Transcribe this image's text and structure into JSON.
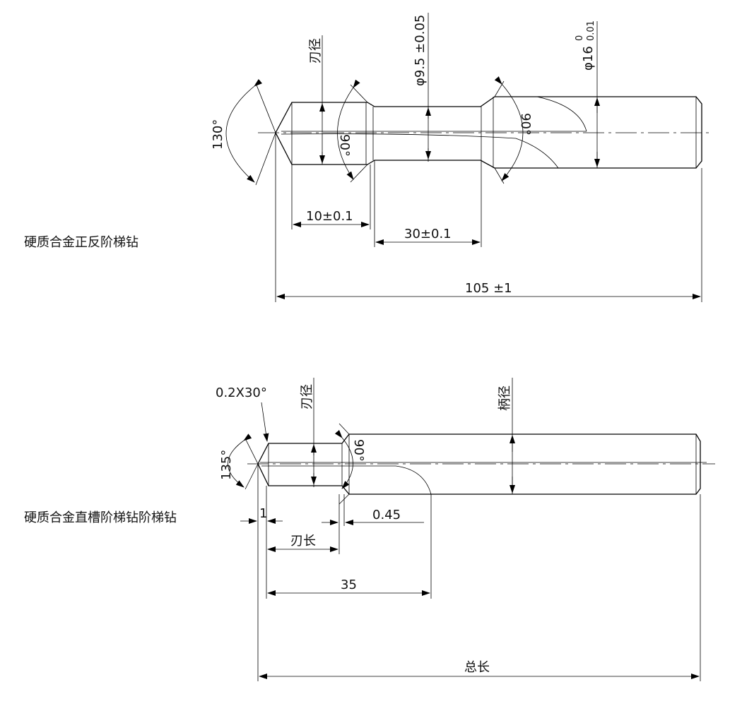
{
  "drawing1": {
    "title": "硬质合金正反阶梯钻",
    "blade_dia_label": "刃径",
    "neck_dia_label": "φ9.5 ±0.05",
    "shank_dia_main": "φ16",
    "shank_tol_upper": "0",
    "shank_tol_lower": "0.01",
    "point_angle": "130°",
    "step_angle_left": "90°",
    "step_angle_right": "90°",
    "blade_length": "10±0.1",
    "neck_length": "30±0.1",
    "total_length": "105 ±1"
  },
  "drawing2": {
    "title": "硬质合金直槽阶梯钻阶梯钻",
    "chamfer": "0.2X30°",
    "blade_dia_label": "刃径",
    "shank_dia_label": "柄径",
    "point_angle": "135°",
    "step_angle": "90°",
    "tip_length": "1",
    "step_offset": "0.45",
    "blade_length_label": "刃长",
    "flute_length": "35",
    "total_length_label": "总长"
  }
}
